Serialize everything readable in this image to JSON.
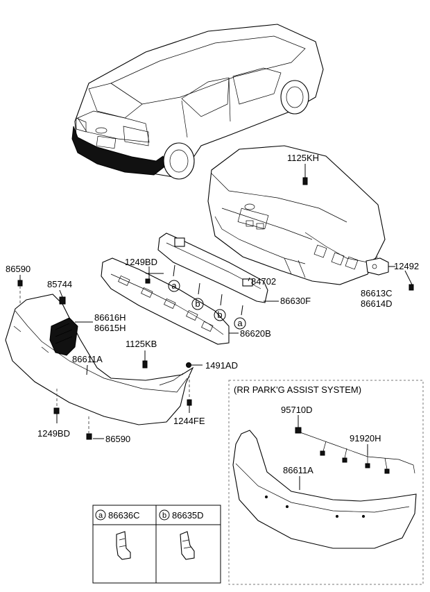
{
  "callouts": {
    "p1125KH": "1125KH",
    "p86590_top": "86590",
    "p1249BD_top": "1249BD",
    "p84702": "84702",
    "p12492": "12492",
    "p85744": "85744",
    "p86630F": "86630F",
    "p86613C": "86613C",
    "p86614D": "86614D",
    "p86616H": "86616H",
    "p86615H": "86615H",
    "p86620B": "86620B",
    "p1125KB": "1125KB",
    "p86611A": "86611A",
    "p1491AD": "1491AD",
    "p1249BD_bottom": "1249BD",
    "p1244FE": "1244FE",
    "p86590_bottom": "86590"
  },
  "markers": {
    "a": "a",
    "b": "b"
  },
  "legend": {
    "a_letter": "a",
    "a_part": "86636C",
    "b_letter": "b",
    "b_part": "86635D"
  },
  "inset": {
    "title": "(RR PARK'G ASSIST SYSTEM)",
    "p95710D": "95710D",
    "p91920H": "91920H",
    "p86611A": "86611A"
  }
}
